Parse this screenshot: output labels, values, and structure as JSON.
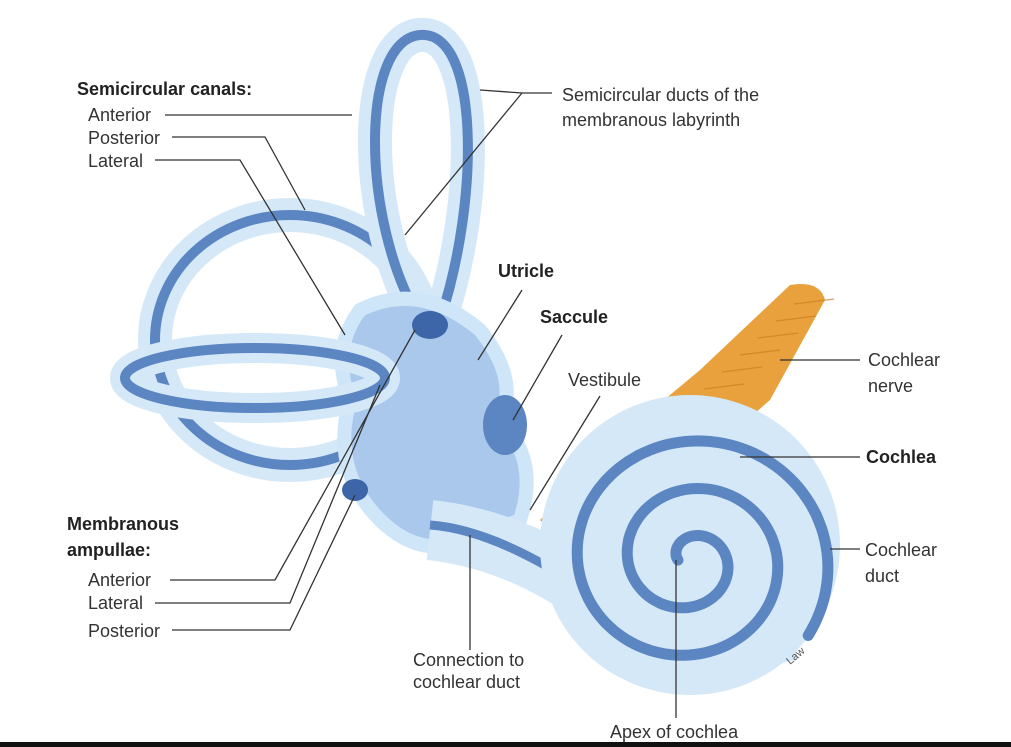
{
  "title": "Inner ear: membranous and bony labyrinth",
  "colors": {
    "halo": "#cfe6f8",
    "tube": "#5b86c2",
    "tube_dark": "#3d66a8",
    "body": "#a9c8ec",
    "nerve": "#e8a13c"
  },
  "labels": {
    "semicircular_canals": "Semicircular canals:",
    "canal_anterior": "Anterior",
    "canal_posterior": "Posterior",
    "canal_lateral": "Lateral",
    "ducts_line1": "Semicircular ducts of the",
    "ducts_line2": "membranous labyrinth",
    "utricle": "Utricle",
    "saccule": "Saccule",
    "vestibule": "Vestibule",
    "cochlear_nerve_line1": "Cochlear",
    "cochlear_nerve_line2": "nerve",
    "cochlea": "Cochlea",
    "cochlear_duct_line1": "Cochlear",
    "cochlear_duct_line2": "duct",
    "ampullae_line1": "Membranous",
    "ampullae_line2": "ampullae:",
    "amp_anterior": "Anterior",
    "amp_lateral": "Lateral",
    "amp_posterior": "Posterior",
    "connection_line1": "Connection to",
    "connection_line2": "cochlear duct",
    "apex": "Apex of cochlea",
    "signature": "Law"
  }
}
